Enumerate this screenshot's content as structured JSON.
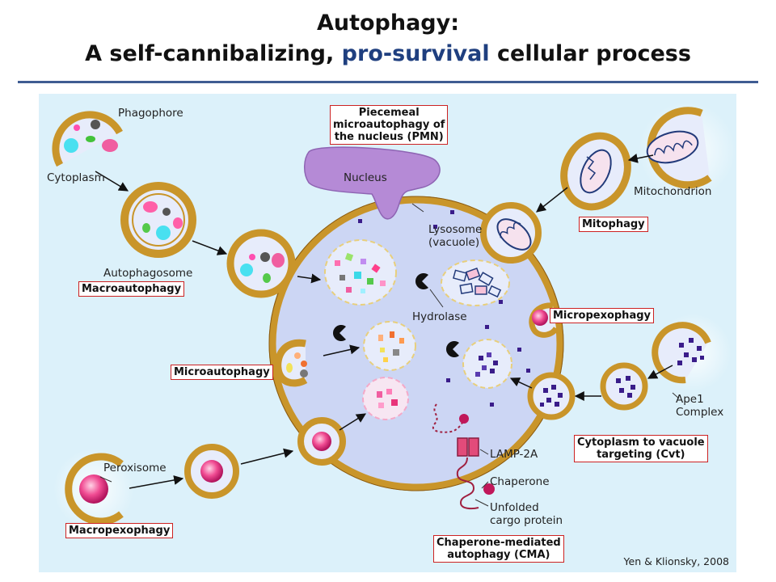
{
  "title": {
    "line1": "Autophagy:",
    "line2_before": "A self-cannibalizing, ",
    "line2_highlight": "pro-survival",
    "line2_after": " cellular process"
  },
  "labels": {
    "phagophore": "Phagophore",
    "cytoplasm": "Cytoplasm",
    "autophagosome": "Autophagosome",
    "nucleus": "Nucleus",
    "lysosome_1": "Lysosome",
    "lysosome_2": "(vacuole)",
    "hydrolase": "Hydrolase",
    "mitochondrion": "Mitochondrion",
    "peroxisome": "Peroxisome",
    "ape1_1": "Ape1",
    "ape1_2": "Complex",
    "lamp2a": "LAMP-2A",
    "chaperone": "Chaperone",
    "unfolded_1": "Unfolded",
    "unfolded_2": "cargo protein"
  },
  "boxes": {
    "pmn_1": "Piecemeal",
    "pmn_2": "microautophagy of",
    "pmn_3": "the nucleus (PMN)",
    "macroautophagy": "Macroautophagy",
    "mitophagy": "Mitophagy",
    "micropexophagy": "Micropexophagy",
    "microautophagy": "Microautophagy",
    "cvt_1": "Cytoplasm to vacuole",
    "cvt_2": "targeting (Cvt)",
    "macropexophagy": "Macropexophagy",
    "cma_1": "Chaperone-mediated",
    "cma_2": "autophagy (CMA)"
  },
  "citation": "Yen & Klionsky, 2008",
  "colors": {
    "membrane": "#c9952a",
    "membrane_dark": "#8a5a12",
    "lumen": "#ccd6f4",
    "vesicle": "#e7ecfb",
    "background": "#dcf1fa",
    "nucleus": "#b58ad6",
    "box_border": "#cc2222",
    "title_highlight": "#1f3f7f"
  }
}
